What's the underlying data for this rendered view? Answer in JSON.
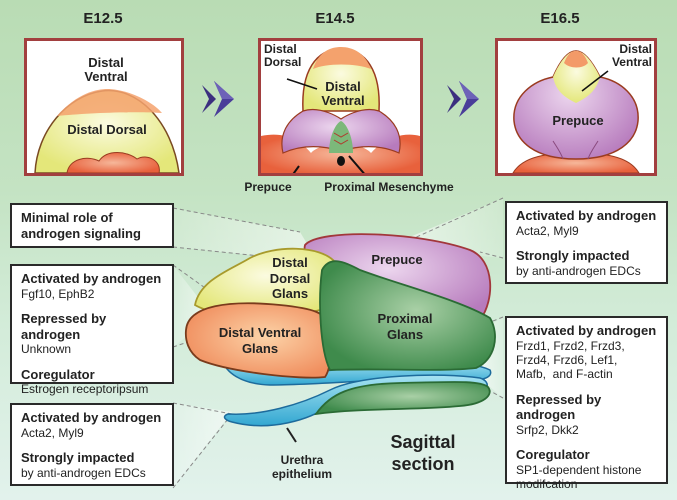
{
  "stages": [
    {
      "title": "E12.5",
      "labels": {
        "distal_ventral": "Distal\nVentral",
        "distal_dorsal": "Distal Dorsal"
      }
    },
    {
      "title": "E14.5",
      "labels": {
        "distal_dorsal": "Distal\nDorsal",
        "distal_ventral": "Distal\nVentral",
        "prepuce": "Prepuce",
        "proximal_mesenchyme": "Proximal Mesenchyme"
      }
    },
    {
      "title": "E16.5",
      "labels": {
        "distal_ventral": "Distal\nVentral",
        "prepuce": "Prepuce"
      }
    }
  ],
  "arrows": [
    "double-chevron-right-icon",
    "double-chevron-right-icon"
  ],
  "sagittal": {
    "title": "Sagittal\nsection",
    "regions": {
      "distal_dorsal_glans": "Distal\nDorsal\nGlans",
      "distal_ventral_glans": "Distal Ventral\nGlans",
      "prepuce": "Prepuce",
      "proximal_glans": "Proximal\nGlans",
      "urethra": "Urethra\nepithelium"
    }
  },
  "info_boxes": {
    "distal_dorsal": {
      "lines": [
        {
          "head": "Minimal role of\nandrogen signaling"
        }
      ]
    },
    "distal_ventral": {
      "lines": [
        {
          "head": "Activated by androgen",
          "body": "Fgf10, EphB2"
        },
        {
          "head": "Repressed by androgen",
          "body": "Unknown"
        },
        {
          "head": "Coregulator",
          "body": "Estrogen receptoripsum"
        }
      ]
    },
    "urethra": {
      "lines": [
        {
          "head": "Activated by androgen",
          "body": "Acta2, Myl9"
        },
        {
          "head": "Strongly impacted",
          "body": "by anti-androgen EDCs"
        }
      ]
    },
    "prepuce": {
      "lines": [
        {
          "head": "Activated by androgen",
          "body": "Acta2, Myl9"
        },
        {
          "head": "Strongly impacted",
          "body": "by anti-androgen EDCs"
        }
      ]
    },
    "proximal_glans": {
      "lines": [
        {
          "head": "Activated by androgen",
          "body": "Frzd1, Frzd2, Frzd3,\nFrzd4, Frzd6, Lef1,\nMafb,  and F-actin"
        },
        {
          "head": "Repressed by androgen",
          "body": "Srfp2, Dkk2"
        },
        {
          "head": "Coregulator",
          "body": "SP1-dependent histone\nmodifcation"
        }
      ]
    }
  },
  "colors": {
    "panel_border": "#a23f3f",
    "chevron": "#3b2f7f",
    "distal_dorsal": "#e9ec8a",
    "distal_ventral": "#f29a6a",
    "prepuce": "#c48bc8",
    "proximal": "#4f9a5a",
    "urethra": "#4cb8dc",
    "mesenchyme": "#e8643f"
  }
}
